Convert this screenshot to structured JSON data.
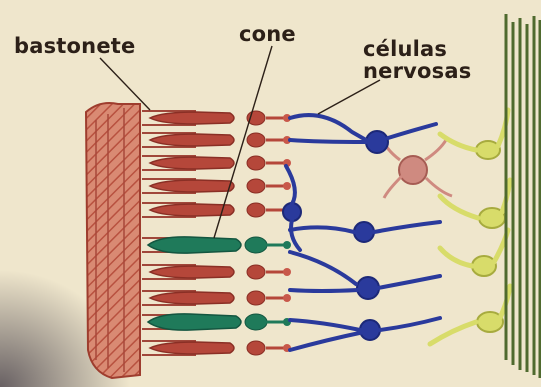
{
  "labels": {
    "rod": "bastonete",
    "cone": "cone",
    "nerve_line1": "células",
    "nerve_line2": "nervosas"
  },
  "colors": {
    "paper": "#efe6cc",
    "rod_cells": "#b5473a",
    "cone_cells": "#1f7a5a",
    "bipolar_cells": "#2a3a9c",
    "horizontal_cell": "#cf8a80",
    "ganglion_cells": "#d8dc6a",
    "nerve_fibers": "#4f6a2e",
    "pigment_layer": "#c96a55",
    "label_text": "#2c2018"
  }
}
